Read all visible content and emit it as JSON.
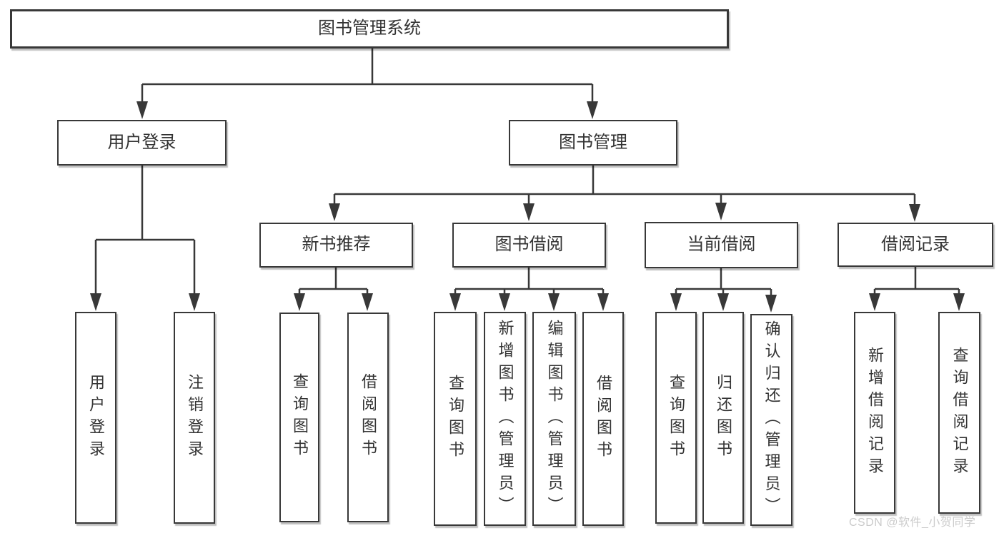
{
  "diagram": {
    "tree": {
      "label": "图书管理系统",
      "children": [
        {
          "label": "用户登录",
          "children": [
            {
              "label": "用户登录"
            },
            {
              "label": "注销登录"
            }
          ]
        },
        {
          "label": "图书管理",
          "children": [
            {
              "label": "新书推荐",
              "children": [
                {
                  "label": "查询图书"
                },
                {
                  "label": "借阅图书"
                }
              ]
            },
            {
              "label": "图书借阅",
              "children": [
                {
                  "label": "查询图书"
                },
                {
                  "label": "新增图书（管理员）"
                },
                {
                  "label": "编辑图书（管理员）"
                },
                {
                  "label": "借阅图书"
                }
              ]
            },
            {
              "label": "当前借阅",
              "children": [
                {
                  "label": "查询图书"
                },
                {
                  "label": "归还图书"
                },
                {
                  "label": "确认归还（管理员）"
                }
              ]
            },
            {
              "label": "借阅记录",
              "children": [
                {
                  "label": "新增借阅记录"
                },
                {
                  "label": "查询借阅记录"
                }
              ]
            }
          ]
        }
      ]
    }
  },
  "watermark": {
    "text": "CSDN @软件_小贺同学"
  },
  "colors": {
    "line": "#383838",
    "box_border": "#383838",
    "text": "#333333",
    "watermark": "#cbcbcb",
    "background": "#ffffff"
  }
}
